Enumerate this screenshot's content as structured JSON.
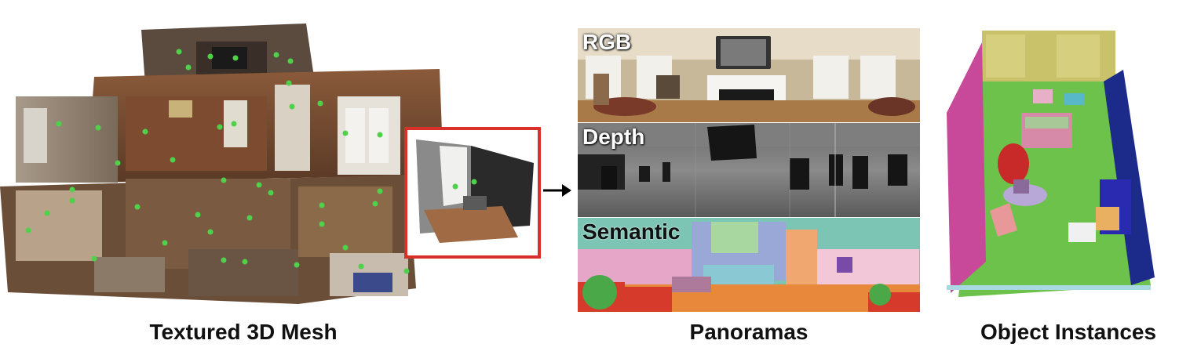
{
  "captions": {
    "mesh": "Textured 3D Mesh",
    "panoramas": "Panoramas",
    "instances": "Object Instances"
  },
  "panoramas": {
    "rgb_label": "RGB",
    "depth_label": "Depth",
    "semantic_label": "Semantic"
  },
  "colors": {
    "highlight_box": "#d9302a",
    "viewpoint_dot": "#4fd14a",
    "floor_green": "#6cc24a",
    "wall_magenta": "#c8489a",
    "wall_navy": "#1c2a8a",
    "semantic_teal": "#7cc4b4"
  }
}
